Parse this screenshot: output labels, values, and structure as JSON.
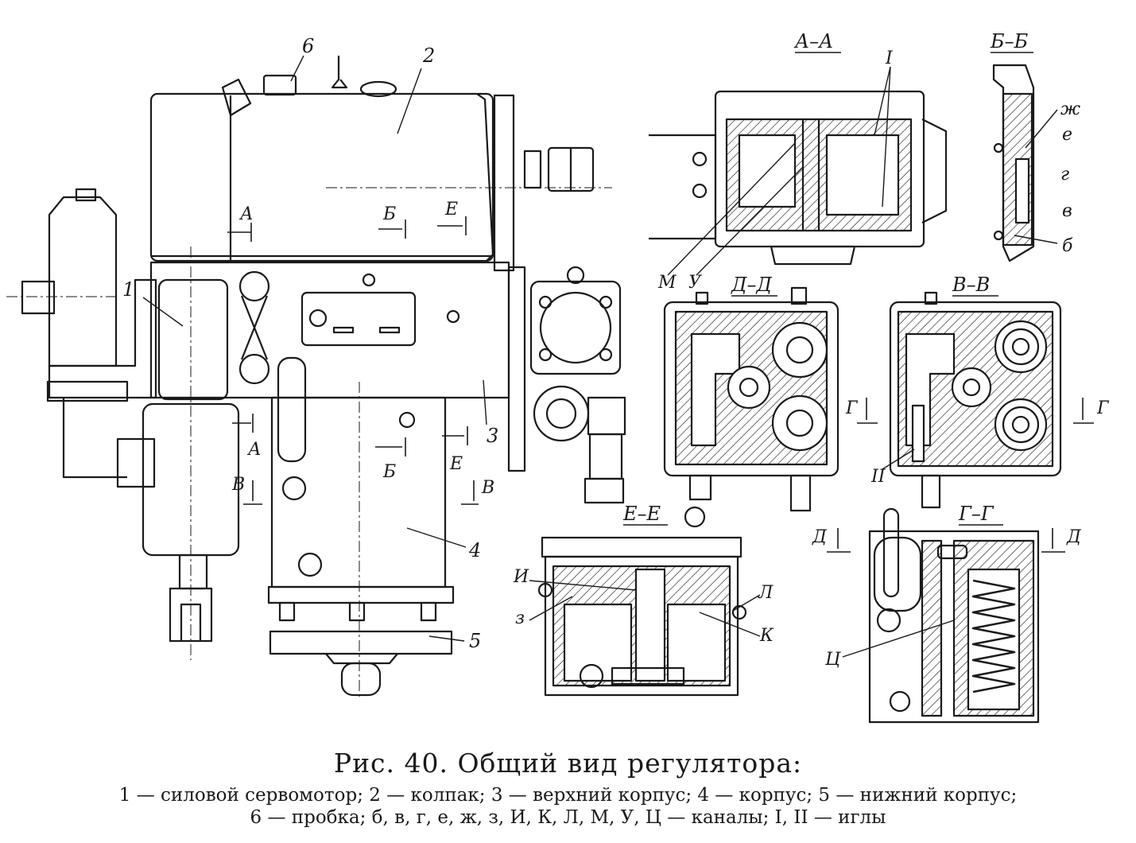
{
  "figure": {
    "caption_title": "Рис. 40. Общий вид регулятора:",
    "legend_line_1": "1 — силовой сервомотор; 2 — колпак; 3 — верхний корпус; 4 — корпус; 5 — нижний корпус;",
    "legend_line_2": "6 — пробка; б, в, г, е, ж, з, И, К, Л, М, У, Ц — каналы; I, II — иглы"
  },
  "parts": {
    "p1": "1",
    "p2": "2",
    "p3": "3",
    "p4": "4",
    "p5": "5",
    "p6": "6"
  },
  "section_markers": {
    "a": "А",
    "b": "Б",
    "v": "В",
    "g": "Г",
    "d": "Д",
    "e": "Е"
  },
  "section_titles": {
    "aa": "А–А",
    "bb": "Б–Б",
    "vv": "В–В",
    "gg": "Г–Г",
    "dd": "Д–Д",
    "ee": "Е–Е"
  },
  "channels": {
    "b": "б",
    "v": "в",
    "g": "г",
    "e": "е",
    "zh": "ж",
    "z": "з",
    "I": "И",
    "K": "К",
    "L": "Л",
    "M": "М",
    "U": "У",
    "Ts": "Ц"
  },
  "needles": {
    "n1": "I",
    "n2": "II"
  }
}
